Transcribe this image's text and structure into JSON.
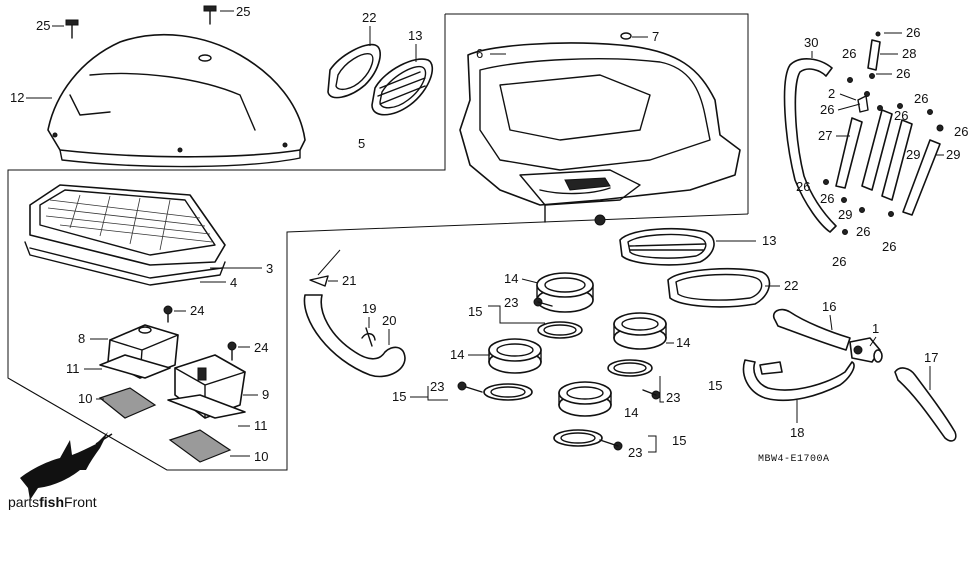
{
  "diagram_code": "MBW4-E1700A",
  "logo": {
    "text_regular_1": "parts",
    "text_bold": "fish",
    "text_regular_2": "Front"
  },
  "callouts": {
    "c1": "1",
    "c2": "2",
    "c3": "3",
    "c4": "4",
    "c5": "5",
    "c6": "6",
    "c7": "7",
    "c8": "8",
    "c9": "9",
    "c10a": "10",
    "c10b": "10",
    "c11a": "11",
    "c11b": "11",
    "c12": "12",
    "c13a": "13",
    "c13b": "13",
    "c14a": "14",
    "c14b": "14",
    "c14c": "14",
    "c14d": "14",
    "c15a": "15",
    "c15b": "15",
    "c15c": "15",
    "c15d": "15",
    "c16": "16",
    "c17": "17",
    "c18": "18",
    "c19": "19",
    "c20": "20",
    "c21": "21",
    "c22a": "22",
    "c22b": "22",
    "c23a": "23",
    "c23b": "23",
    "c23c": "23",
    "c23d": "23",
    "c24a": "24",
    "c24b": "24",
    "c25a": "25",
    "c25b": "25",
    "c26a": "26",
    "c26b": "26",
    "c26c": "26",
    "c26d": "26",
    "c26e": "26",
    "c26f": "26",
    "c26g": "26",
    "c26h": "26",
    "c26i": "26",
    "c26j": "26",
    "c26k": "26",
    "c26l": "26",
    "c27": "27",
    "c28": "28",
    "c29a": "29",
    "c29b": "29",
    "c29c": "29",
    "c30": "30"
  }
}
